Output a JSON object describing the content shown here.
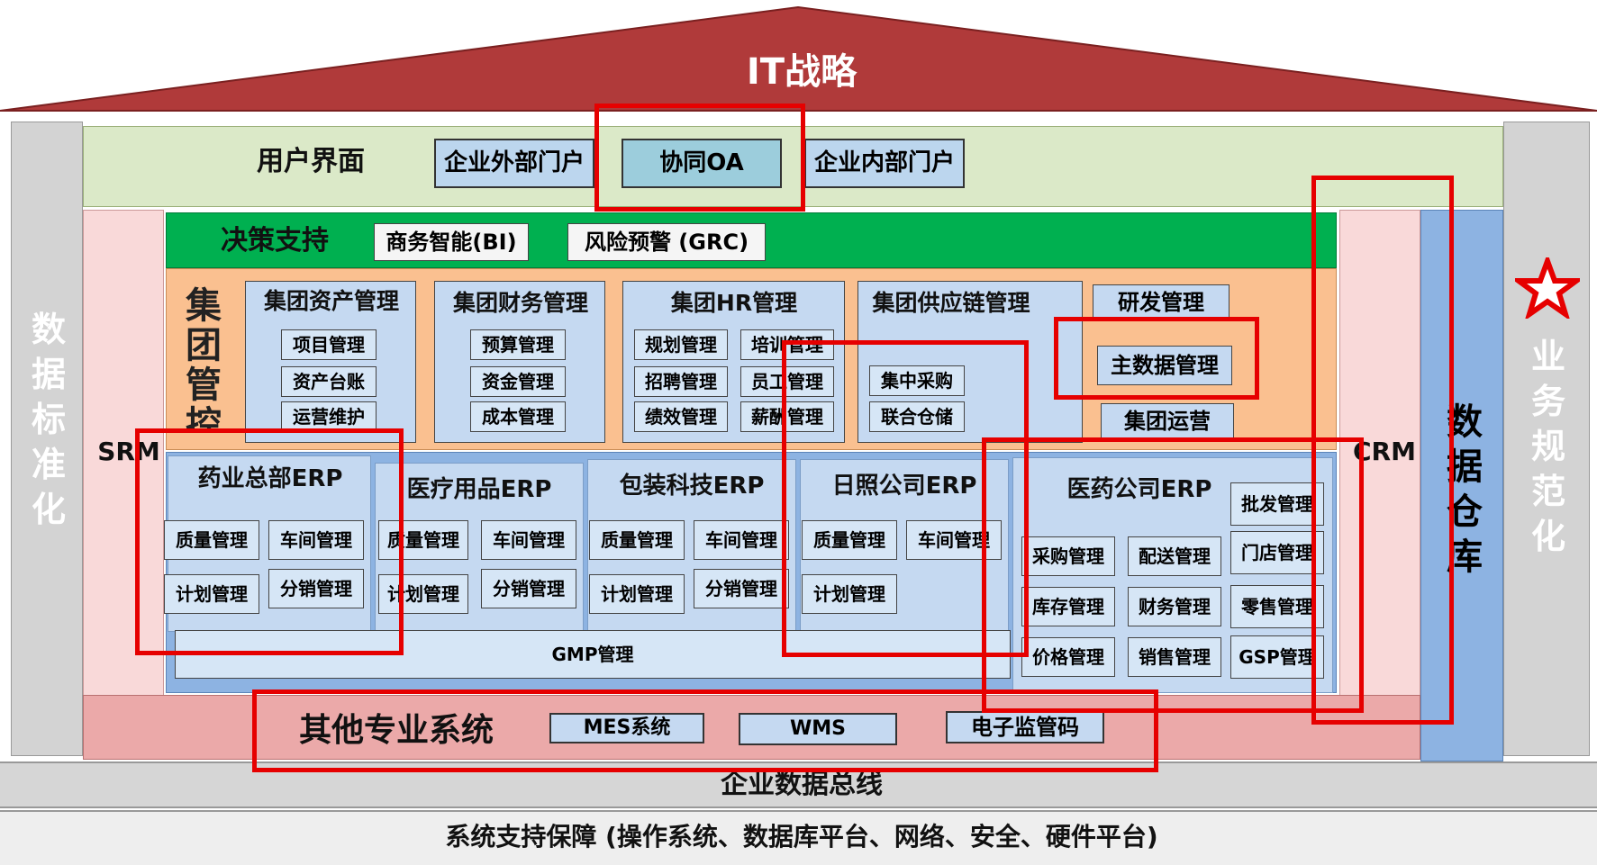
{
  "roof": {
    "title": "IT战略",
    "color": "#b03a3a"
  },
  "left_pillar": {
    "text": "数据标准化"
  },
  "right_pillar": {
    "text": "业务规范化",
    "star_icon": "star-icon"
  },
  "user_interface": {
    "label": "用户界面",
    "items": [
      "企业外部门户",
      "协同OA",
      "企业内部门户"
    ]
  },
  "decision": {
    "label": "决策支持",
    "items": [
      "商务智能(BI)",
      "风险预警 (GRC)"
    ]
  },
  "group_control": {
    "label": "集团管控",
    "modules": [
      {
        "title": "集团资产管理",
        "items": [
          "项目管理",
          "资产台账",
          "运营维护"
        ]
      },
      {
        "title": "集团财务管理",
        "items": [
          "预算管理",
          "资金管理",
          "成本管理"
        ]
      },
      {
        "title": "集团HR管理",
        "items": [
          "规划管理",
          "培训管理",
          "招聘管理",
          "员工管理",
          "绩效管理",
          "薪酬管理"
        ]
      },
      {
        "title": "集团供应链管理",
        "items": [
          "集中采购",
          "联合仓储"
        ]
      },
      {
        "title": "研发管理",
        "items": [
          "主数据管理",
          "集团运营"
        ]
      }
    ]
  },
  "srm": "SRM",
  "crm": "CRM",
  "data_warehouse": "数据仓库",
  "erps": [
    {
      "title": "药业总部ERP",
      "items": [
        "质量管理",
        "车间管理",
        "计划管理",
        "分销管理"
      ]
    },
    {
      "title": "医疗用品ERP",
      "items": [
        "质量管理",
        "车间管理",
        "计划管理",
        "分销管理"
      ]
    },
    {
      "title": "包装科技ERP",
      "items": [
        "质量管理",
        "车间管理",
        "计划管理",
        "分销管理"
      ]
    },
    {
      "title": "日照公司ERP",
      "items": [
        "质量管理",
        "车间管理",
        "计划管理"
      ]
    },
    {
      "title": "医药公司ERP",
      "items": [
        "采购管理",
        "配送管理",
        "库存管理",
        "财务管理",
        "价格管理",
        "销售管理",
        "批发管理",
        "门店管理",
        "零售管理",
        "GSP管理"
      ]
    }
  ],
  "gmp": "GMP管理",
  "other_systems": {
    "label": "其他专业系统",
    "items": [
      "MES系统",
      "WMS",
      "电子监管码"
    ]
  },
  "bus": "企业数据总线",
  "support": "系统支持保障 (操作系统、数据库平台、网络、安全、硬件平台)"
}
